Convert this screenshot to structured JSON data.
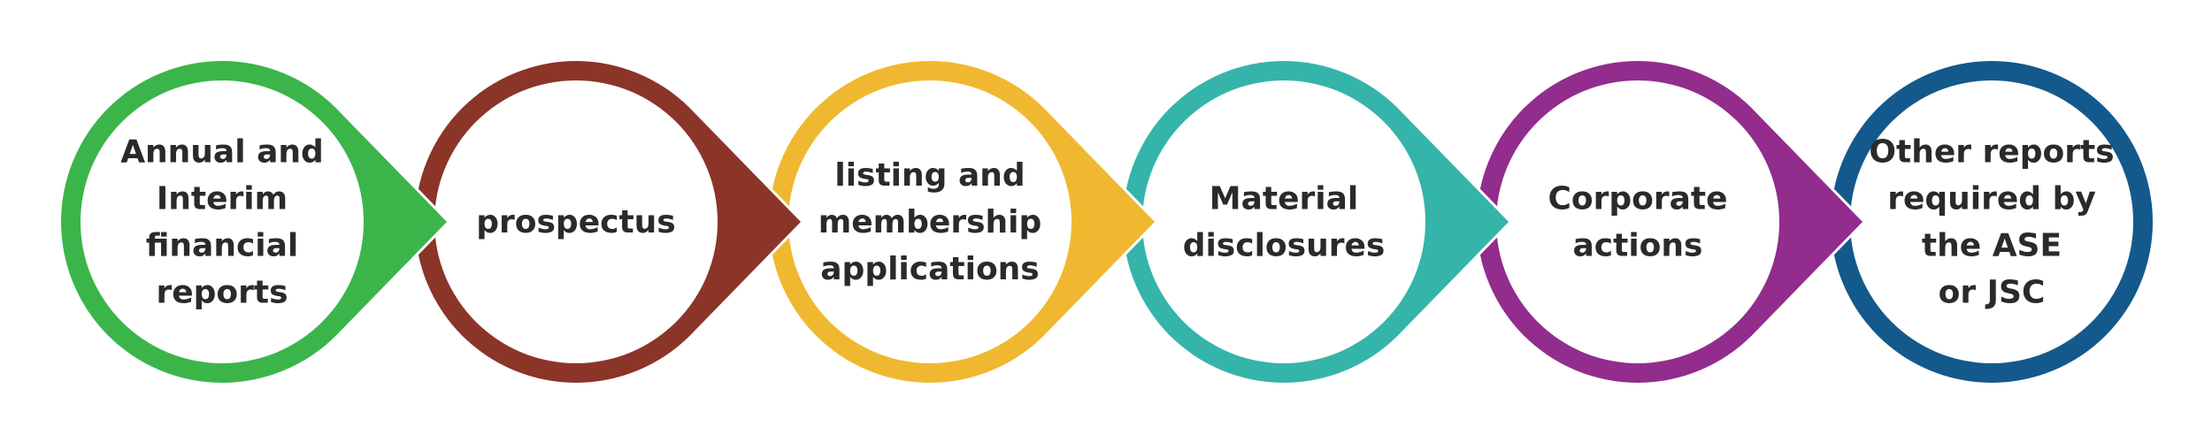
{
  "diagram": {
    "steps": [
      {
        "lines": [
          "Annual and",
          "Interim",
          "financial",
          "reports"
        ],
        "color": "#3BB54A"
      },
      {
        "lines": [
          "prospectus"
        ],
        "color": "#8B3428"
      },
      {
        "lines": [
          "listing and",
          "membership",
          "applications"
        ],
        "color": "#F0B830"
      },
      {
        "lines": [
          "Material",
          "disclosures"
        ],
        "color": "#35B4AA"
      },
      {
        "lines": [
          "Corporate",
          "actions"
        ],
        "color": "#922C8D"
      },
      {
        "lines": [
          "Other reports",
          "required by",
          "the ASE",
          "or JSC"
        ],
        "color": "#13598C"
      }
    ]
  }
}
